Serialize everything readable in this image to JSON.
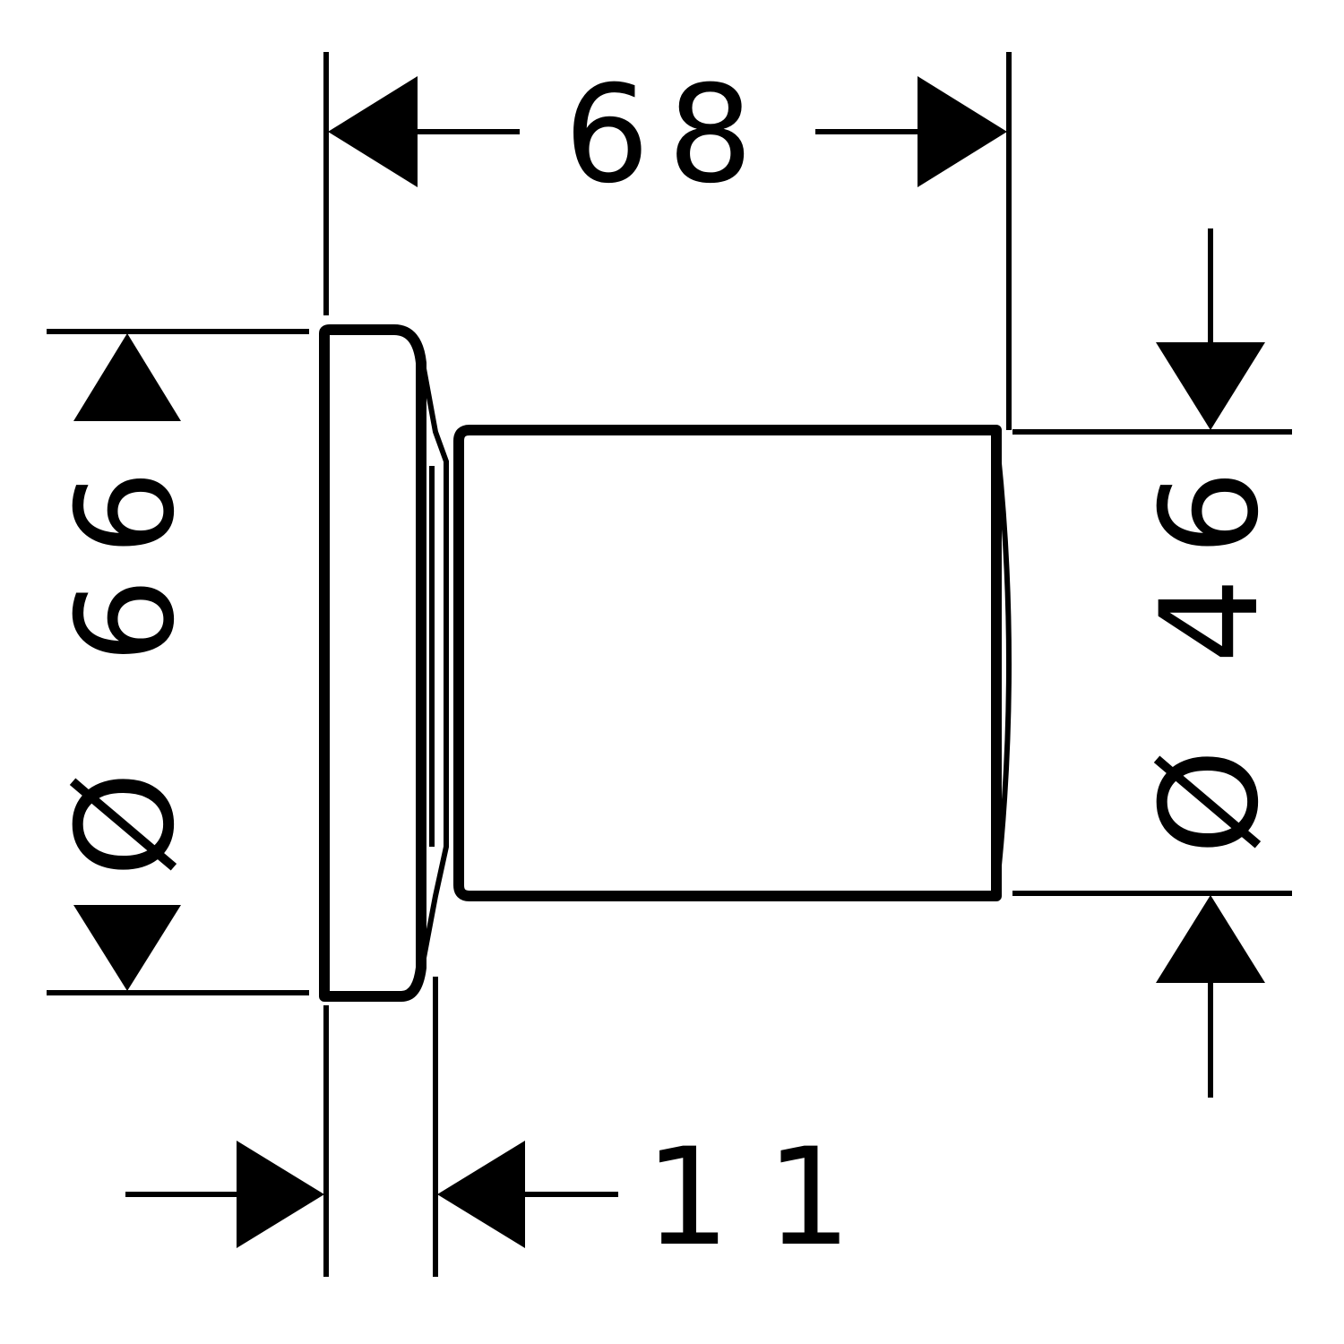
{
  "dimensions": {
    "overall_length": {
      "value": "68"
    },
    "rosette_diameter": {
      "symbol": "Ø",
      "value": "66"
    },
    "body_diameter": {
      "symbol": "Ø",
      "value": "46"
    },
    "rosette_depth": {
      "value": "11"
    }
  },
  "colors": {
    "line": "#000000",
    "background": "#ffffff"
  }
}
